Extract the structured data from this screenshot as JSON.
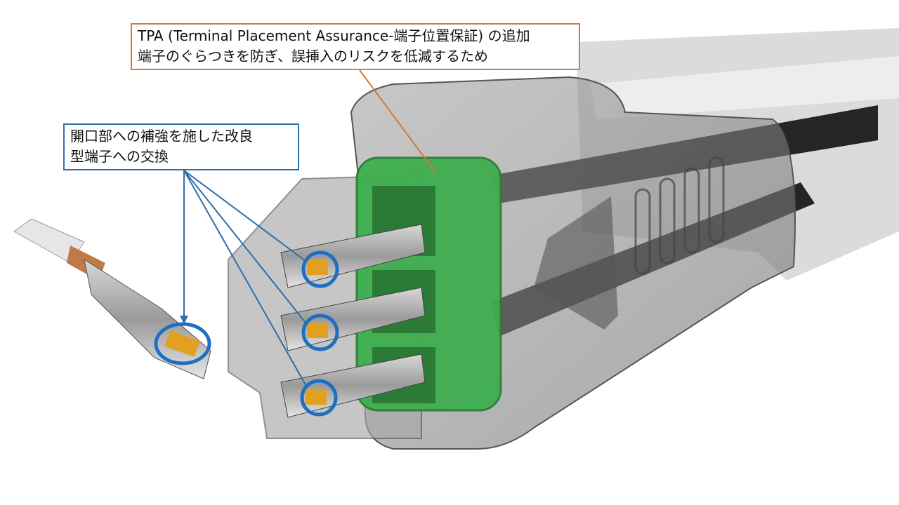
{
  "callouts": {
    "tpa": {
      "line1": "TPA (Terminal Placement Assurance-端子位置保証) の追加",
      "line2": "端子のぐらつきを防ぎ、誤挿入のリスクを低減するため",
      "color": "#d8773a"
    },
    "terminal": {
      "line1": "開口部への補強を施した改良",
      "line2": "型端子への交換",
      "color": "#2f6ea8"
    }
  },
  "colors": {
    "tpa_green": "#3fae4f",
    "highlight_circle": "#1f6fc0",
    "terminal_gold": "#e2a020"
  }
}
